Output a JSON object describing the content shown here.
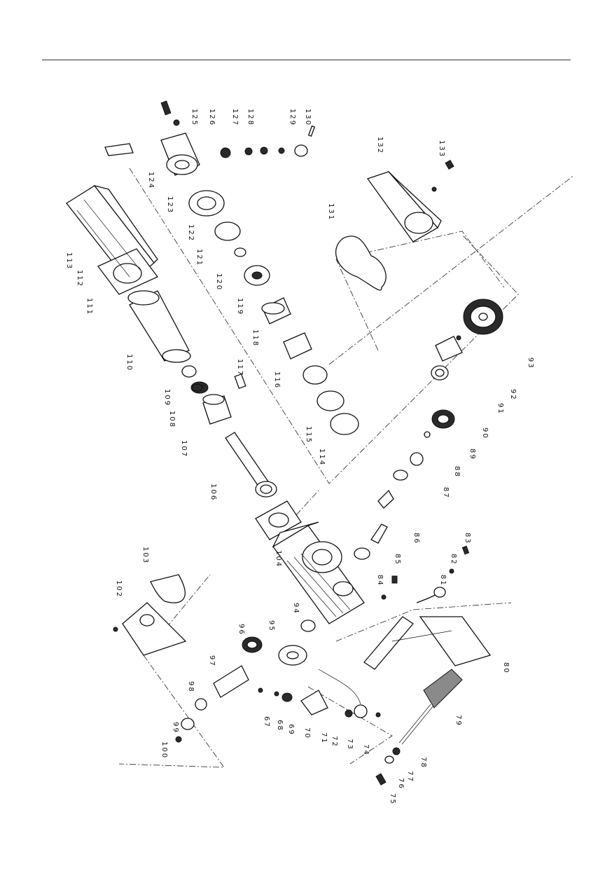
{
  "diagram": {
    "part_numbers": [
      "67",
      "68",
      "69",
      "70",
      "71",
      "72",
      "73",
      "74",
      "75",
      "76",
      "77",
      "78",
      "79",
      "80",
      "81",
      "82",
      "83",
      "84",
      "85",
      "86",
      "87",
      "88",
      "89",
      "90",
      "91",
      "92",
      "93",
      "94",
      "95",
      "96",
      "97",
      "98",
      "99",
      "100",
      "102",
      "103",
      "104",
      "106",
      "107",
      "108",
      "109",
      "110",
      "111",
      "112",
      "113",
      "114",
      "115",
      "116",
      "117",
      "118",
      "119",
      "120",
      "121",
      "122",
      "123",
      "124",
      "125",
      "126",
      "127",
      "128",
      "129",
      "130",
      "131",
      "132",
      "133"
    ]
  }
}
